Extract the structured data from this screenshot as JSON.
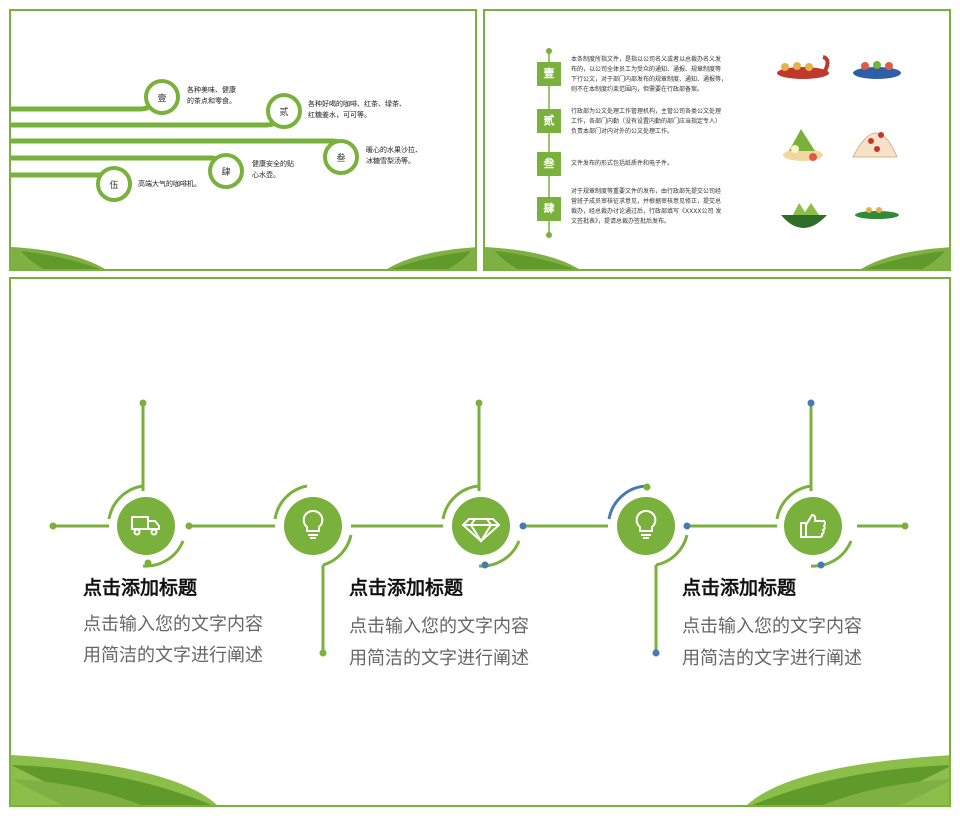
{
  "slide1": {
    "items": [
      {
        "num": "壹",
        "lines": [
          "各种美味、健康",
          "的茶点和零食。"
        ]
      },
      {
        "num": "贰",
        "lines": [
          "各种好喝的咖啡、红茶、绿茶、",
          "红糖姜水，可可等。"
        ]
      },
      {
        "num": "叁",
        "lines": [
          "暖心的水果沙拉、",
          "冰糖雪梨汤等。"
        ]
      },
      {
        "num": "肆",
        "lines": [
          "健康安全的贴",
          "心水壶。"
        ]
      },
      {
        "num": "伍",
        "lines": [
          "高端大气的咖啡机。"
        ]
      }
    ]
  },
  "slide2": {
    "items": [
      {
        "num": "壹",
        "lines": [
          "本条制度所指文件，是指以公司名义或者以总裁办名义发",
          "布的，以公司全体员工为受众的通知、通报、规章制度等",
          "下行公文，对于部门内部发布的规章制度、通知、通报等，",
          "则不在本制度约束范围内，但需要在行政部备案。"
        ]
      },
      {
        "num": "贰",
        "lines": [
          "行政部为公文处理工作管理机构，主管公司各类公文处理",
          "工作，各部门内勤（没有设置内勤的部门应当指定专人）",
          "负责本部门对内对外的公文处理工作。"
        ]
      },
      {
        "num": "叁",
        "lines": [
          "文件发布的形式包括纸质件和电子件。"
        ]
      },
      {
        "num": "肆",
        "lines": [
          "对于规章制度等重要文件的发布，由行政部先提交公司经",
          "营班子成员审核征求意见，并根据审核意见修正，提交总",
          "裁办，经总裁办讨论通过后，行政部填写《XXXX公司 发",
          "文签批表》，提请总裁办签批后发布。"
        ]
      }
    ],
    "images": [
      "dragon-boat-red",
      "dragon-boat-blue",
      "zongzi-plate",
      "zongzi-red-dates",
      "zongzi-boat-green",
      "dragon-boat-small"
    ]
  },
  "slide3": {
    "blocks": [
      {
        "title": "点击添加标题",
        "line1": "点击输入您的文字内容",
        "line2": "用简洁的文字进行阐述"
      },
      {
        "title": "点击添加标题",
        "line1": "点击输入您的文字内容",
        "line2": "用简洁的文字进行阐述"
      },
      {
        "title": "点击添加标题",
        "line1": "点击输入您的文字内容",
        "line2": "用简洁的文字进行阐述"
      }
    ],
    "icons": [
      "truck-icon",
      "lightbulb-icon",
      "diamond-icon",
      "lightbulb-icon",
      "thumbs-up-icon"
    ]
  },
  "colors": {
    "green": "#7ab03c",
    "blue": "#4a78b5",
    "leaf": "#5f9a2a"
  }
}
